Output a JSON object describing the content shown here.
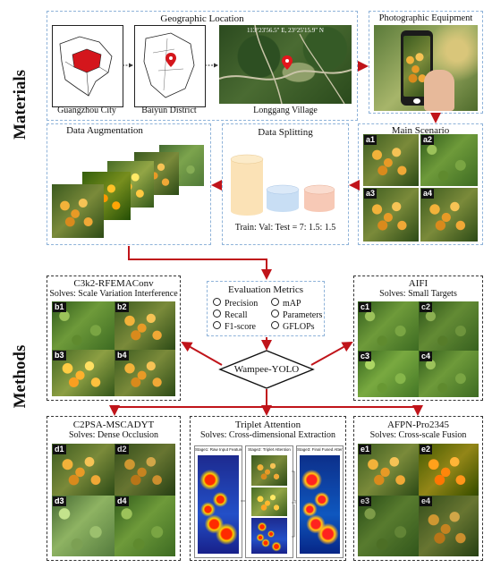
{
  "sections": {
    "materials": "Materials",
    "methods": "Methods"
  },
  "geo": {
    "title": "Geographic Location",
    "city": "Guangzhou City",
    "district": "Baiyun District",
    "village": "Longgang Village",
    "coords": "113°23'56.5\" E, 23°25'15.9\" N"
  },
  "photo_equipment": {
    "title": "Photographic Equipment"
  },
  "main_scenario": {
    "title": "Main Scenario",
    "labels": [
      "a1",
      "a2",
      "a3",
      "a4"
    ]
  },
  "data_splitting": {
    "title": "Data Splitting",
    "ratio": "Train: Val: Test = 7: 1.5: 1.5"
  },
  "data_augmentation": {
    "title": "Data Augmentation"
  },
  "evaluation": {
    "title": "Evaluation Metrics",
    "left": [
      "Precision",
      "Recall",
      "F1-score"
    ],
    "right": [
      "mAP",
      "Parameters",
      "GFLOPs"
    ]
  },
  "center_node": "Wampee-YOLO",
  "modules": {
    "c3k2": {
      "title": "C3k2-RFEMAConv",
      "subtitle": "Solves: Scale Variation Interference",
      "labels": [
        "b1",
        "b2",
        "b3",
        "b4"
      ]
    },
    "aifi": {
      "title": "AIFI",
      "subtitle": "Solves: Small Targets",
      "labels": [
        "c1",
        "c2",
        "c3",
        "c4"
      ]
    },
    "c2psa": {
      "title": "C2PSA-MSCADYT",
      "subtitle": "Solves: Dense Occlusion",
      "labels": [
        "d1",
        "d2",
        "d3",
        "d4"
      ]
    },
    "triplet": {
      "title": "Triplet Attention",
      "subtitle": "Solves: Cross-dimensional Extraction",
      "stage1": "Stage1: Raw Input Features",
      "stage2": "Stage2: Triplet Attention",
      "stage3": "Stage3: Final Fused Attention Map"
    },
    "afpn": {
      "title": "AFPN-Pro2345",
      "subtitle": "Solves: Cross-scale Fusion",
      "labels": [
        "e1",
        "e2",
        "e3",
        "e4"
      ]
    }
  },
  "colors": {
    "arrow": "#c0141a",
    "blue_dash": "#8fb3d9",
    "black_dash": "#333333"
  }
}
